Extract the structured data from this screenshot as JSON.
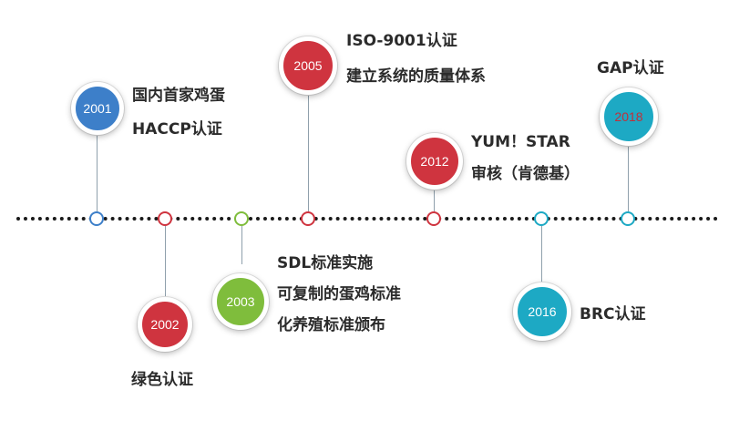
{
  "colors": {
    "blue": "#3d7fc9",
    "red": "#cf343f",
    "green": "#7fbd3c",
    "teal": "#1da9c4",
    "year_2018_text": "#c0303a",
    "axis": "#1a1a1a"
  },
  "milestones": [
    {
      "year": "2001",
      "color": "blue",
      "lines": [
        "国内首家鸡蛋",
        "HACCP认证"
      ]
    },
    {
      "year": "2002",
      "color": "red",
      "lines": [
        "绿色认证"
      ]
    },
    {
      "year": "2003",
      "color": "green",
      "lines": [
        "SDL标准实施",
        "可复制的蛋鸡标准",
        "化养殖标准颁布"
      ]
    },
    {
      "year": "2005",
      "color": "red",
      "lines": [
        "ISO-9001认证",
        "建立系统的质量体系"
      ]
    },
    {
      "year": "2012",
      "color": "red",
      "lines": [
        "YUM！STAR",
        "审核（肯德基）"
      ]
    },
    {
      "year": "2016",
      "color": "teal",
      "lines": [
        "BRC认证"
      ]
    },
    {
      "year": "2018",
      "color": "teal",
      "lines": [
        "GAP认证"
      ]
    }
  ]
}
